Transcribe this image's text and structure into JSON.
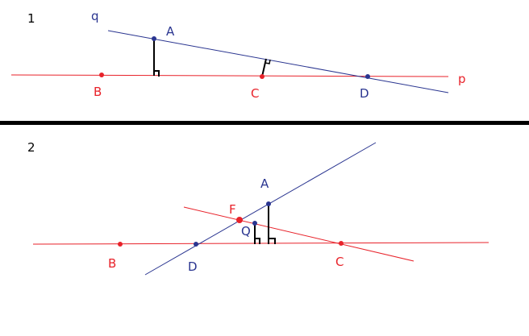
{
  "colors": {
    "red": "#e8222a",
    "blue": "#2a3590",
    "black": "#000000"
  },
  "figure1": {
    "number": "1",
    "line_q_label": "q",
    "line_p_label": "p",
    "point_a": "A",
    "point_b": "B",
    "point_c": "C",
    "point_d": "D"
  },
  "figure2": {
    "number": "2",
    "point_a": "A",
    "point_b": "B",
    "point_c": "C",
    "point_d": "D",
    "point_f": "F",
    "point_q": "Q"
  }
}
